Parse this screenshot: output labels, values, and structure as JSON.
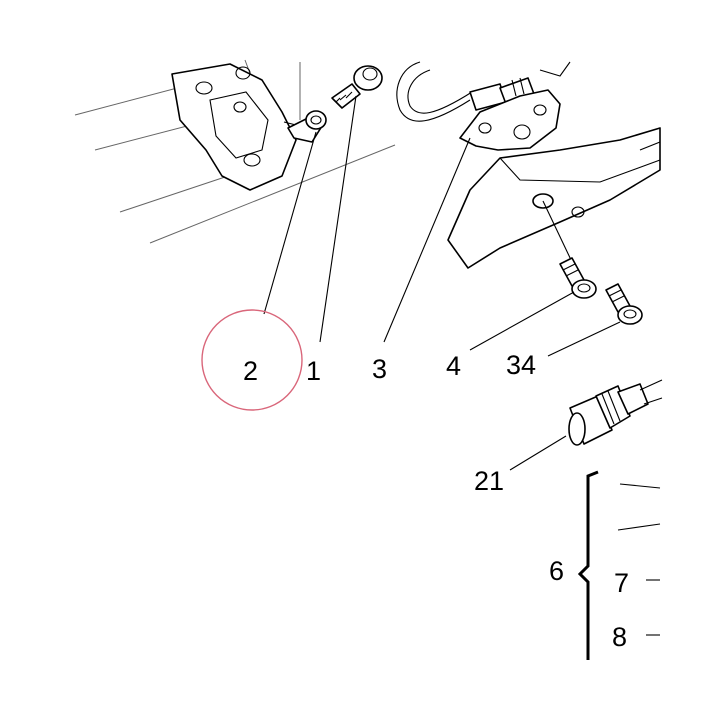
{
  "diagram": {
    "callouts": {
      "c2": "2",
      "c1": "1",
      "c3": "3",
      "c4": "4",
      "c34": "34",
      "c21": "21",
      "c6": "6",
      "c7": "7",
      "c8": "8"
    },
    "highlight_color": "#d9667a",
    "line_color": "#000000"
  }
}
